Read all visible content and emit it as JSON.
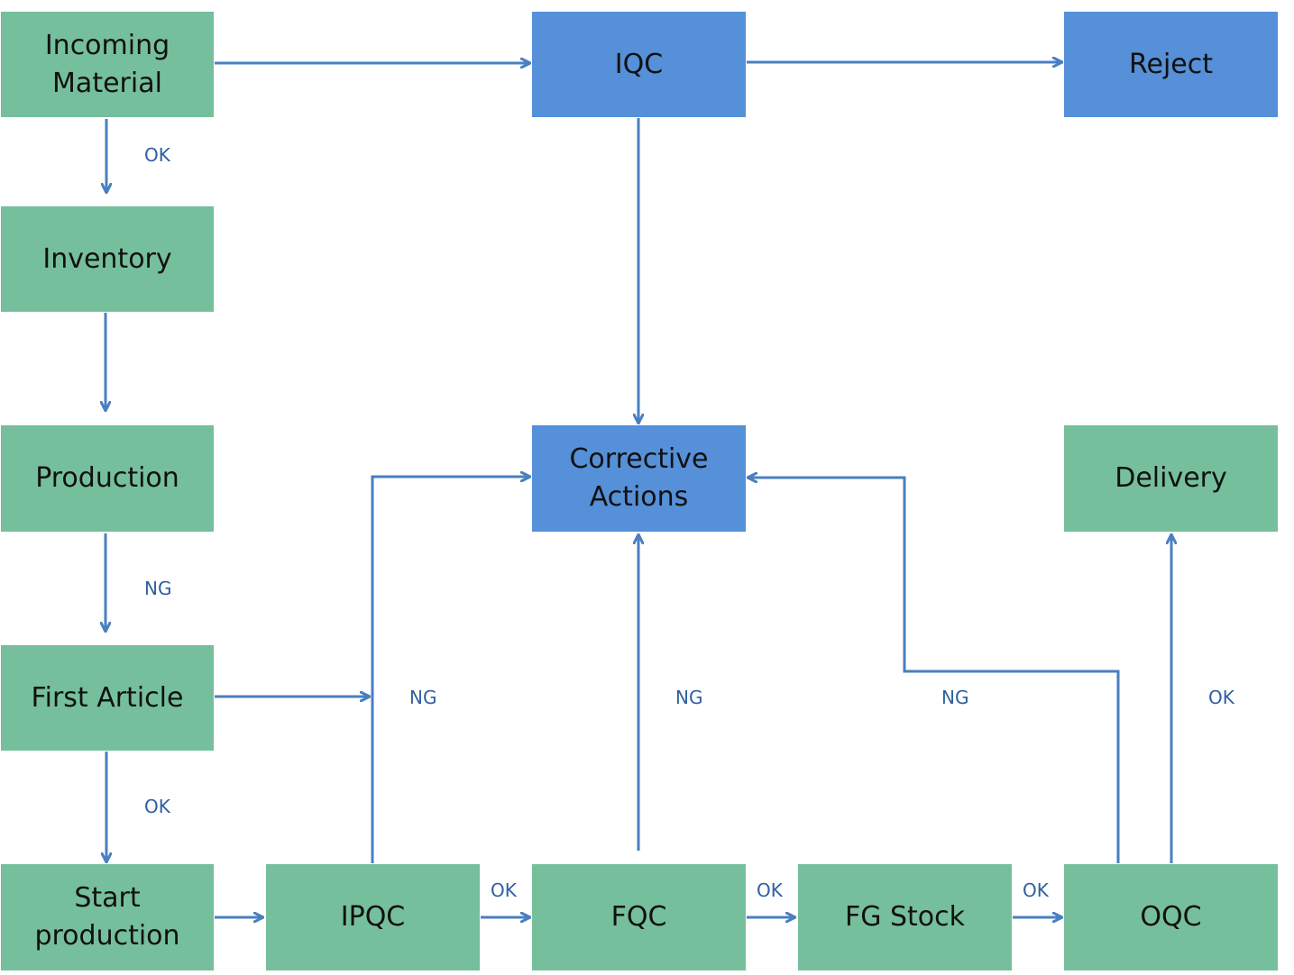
{
  "colors": {
    "process_box": "#76bf9c",
    "qc_box": "#5590d8",
    "arrow": "#4a7fc0",
    "label_text": "#2f5fa0",
    "box_text": "#111111"
  },
  "nodes": {
    "incoming_material": "Incoming\nMaterial",
    "iqc": "IQC",
    "reject": "Reject",
    "inventory": "Inventory",
    "production": "Production",
    "corrective_actions": "Corrective\nActions",
    "delivery": "Delivery",
    "first_article": "First Article",
    "start_production": "Start\nproduction",
    "ipqc": "IPQC",
    "fqc": "FQC",
    "fg_stock": "FG Stock",
    "oqc": "OQC"
  },
  "edge_labels": {
    "incoming_to_inventory": "OK",
    "production_to_first_article": "NG",
    "first_article_to_start": "OK",
    "ipqc_to_corrective": "NG",
    "fqc_to_corrective": "NG",
    "oqc_to_corrective": "NG",
    "oqc_to_delivery": "OK",
    "ipqc_to_fqc": "OK",
    "fqc_to_fg_stock": "OK",
    "fg_stock_to_oqc": "OK"
  }
}
